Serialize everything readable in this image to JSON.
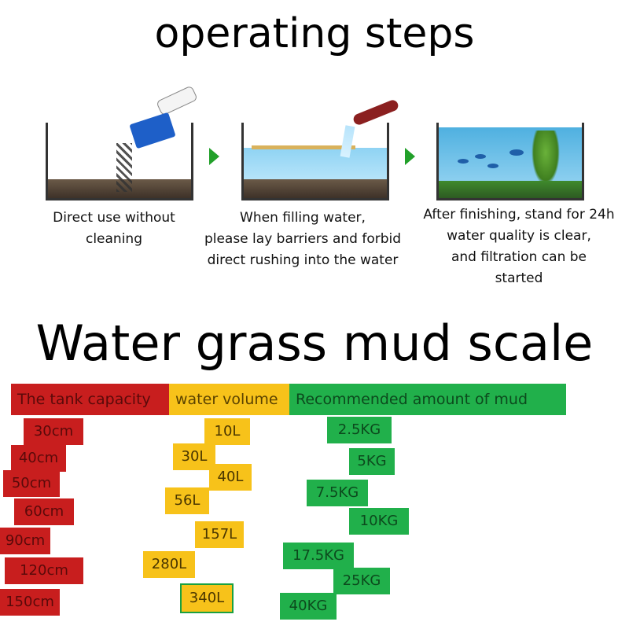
{
  "steps_title": "operating steps",
  "steps": [
    {
      "caption_lines": [
        "Direct use without",
        "cleaning"
      ]
    },
    {
      "caption_lines": [
        "When filling water,",
        "please lay barriers and forbid",
        "direct rushing into the water"
      ]
    },
    {
      "caption_lines": [
        "After finishing, stand for 24h",
        "water quality is clear,",
        "and filtration can be",
        "started"
      ]
    }
  ],
  "scale_title": "Water grass mud scale",
  "table": {
    "headers": {
      "capacity": "The tank capacity",
      "volume": "water volume",
      "mud": "Recommended amount of mud"
    },
    "capacity": [
      "30cm",
      "40cm",
      "50cm",
      "60cm",
      "90cm",
      "120cm",
      "150cm"
    ],
    "volume": [
      "10L",
      "30L",
      "40L",
      "56L",
      "157L",
      "280L",
      "340L"
    ],
    "mud": [
      "2.5KG",
      "5KG",
      "7.5KG",
      "10KG",
      "17.5KG",
      "25KG",
      "40KG"
    ]
  },
  "colors": {
    "capacity": "#c81e1e",
    "volume": "#f7c21a",
    "mud": "#21b04b",
    "arrow": "#22a02a"
  }
}
